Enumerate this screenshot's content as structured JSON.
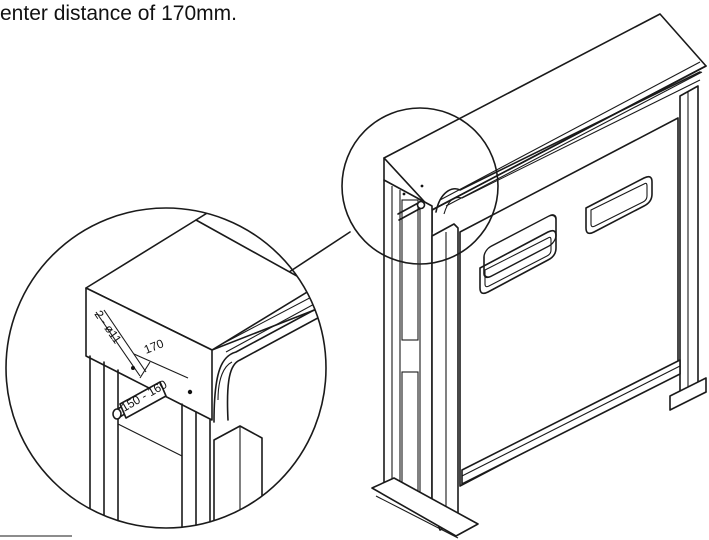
{
  "caption": "enter distance of 170mm.",
  "detail": {
    "hole_label": "2 - ø11",
    "distance_label": "170",
    "range_label": "150 - 160"
  }
}
